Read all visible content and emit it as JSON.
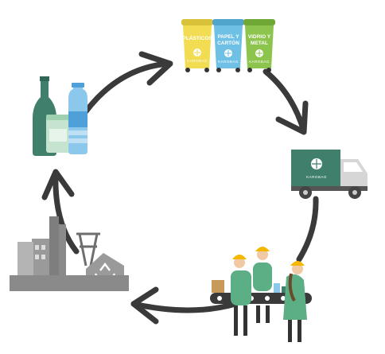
{
  "bins": [
    {
      "label_lines": [
        "PLÁSTICOS"
      ],
      "brand": "KAROBAG",
      "color": "#f2dc52",
      "dark": "#d8c23a"
    },
    {
      "label_lines": [
        "PAPEL Y",
        "CARTÓN"
      ],
      "brand": "KAROBAG",
      "color": "#6ec1e4",
      "dark": "#4fa5cb"
    },
    {
      "label_lines": [
        "VIDRIO Y",
        "METAL"
      ],
      "brand": "KAROBAG",
      "color": "#8cc44e",
      "dark": "#70a836"
    }
  ],
  "truck": {
    "brand": "KAROBAG",
    "color": "#3f7f6c"
  },
  "colors": {
    "arrow": "#3a3a3a",
    "bottle_green": "#3f7f6c",
    "bottle_blue": "#8cc8ec",
    "factory_gray": "#7e7e7e",
    "worker_green": "#5cae85",
    "helmet": "#f5b800"
  },
  "icons": [
    "recycle-icon",
    "globe-icon"
  ]
}
